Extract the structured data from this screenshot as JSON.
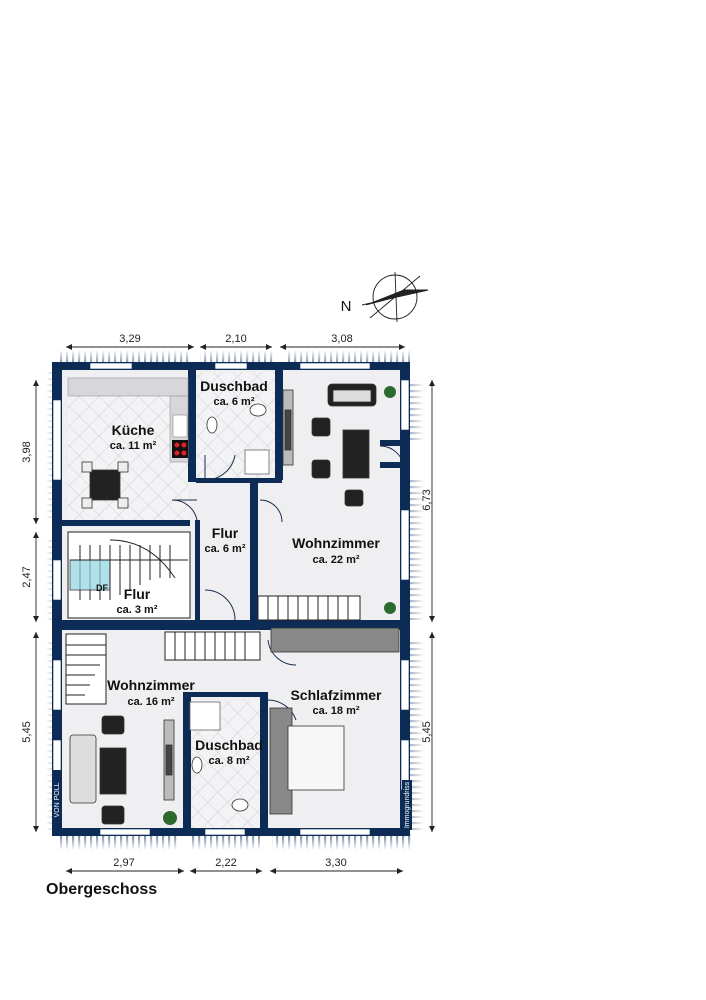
{
  "floor_title": "Obergeschoss",
  "compass_label": "N",
  "rooms": [
    {
      "name": "Küche",
      "area": "ca. 11 m²"
    },
    {
      "name": "Duschbad",
      "area": "ca. 6 m²"
    },
    {
      "name": "Flur",
      "area": "ca. 6 m²"
    },
    {
      "name": "Wohnzimmer",
      "area": "ca. 22 m²"
    },
    {
      "name": "Flur",
      "area": "ca. 3 m²"
    },
    {
      "name": "Wohnzimmer",
      "area": "ca. 16 m²"
    },
    {
      "name": "Duschbad",
      "area": "ca. 8 m²"
    },
    {
      "name": "Schlafzimmer",
      "area": "ca. 18 m²"
    }
  ],
  "dimensions": {
    "top": [
      "3,29",
      "2,10",
      "3,08"
    ],
    "bottom": [
      "2,97",
      "2,22",
      "3,30"
    ],
    "left": [
      "3,98",
      "2,47",
      "5,45"
    ],
    "right": [
      "6,73",
      "5,45"
    ]
  },
  "stair_label": "DF",
  "brand_left": "VON POLL",
  "brand_right": "Immogrundriss",
  "colors": {
    "wall": "#0d2c55",
    "floor": "#efeff1",
    "tile": "#c6c6cc",
    "window": "#1a3a66"
  }
}
